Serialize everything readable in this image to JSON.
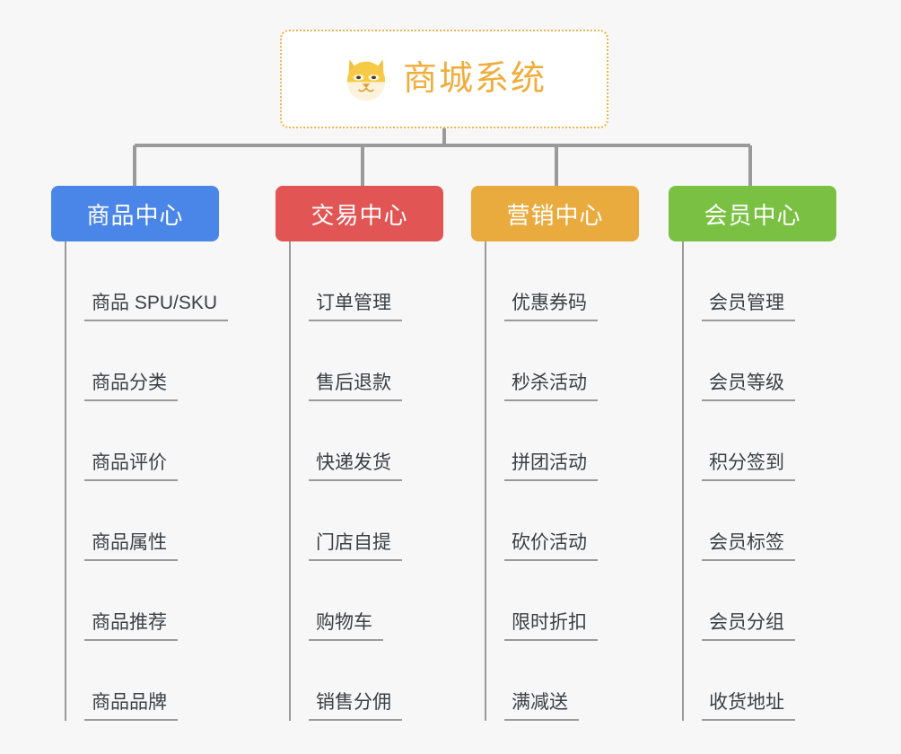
{
  "root": {
    "title": "商城系统",
    "icon": "dog-face-icon",
    "border_color": "#f0b44a",
    "text_color": "#f0ad3c"
  },
  "connector_color": "#9a9a9a",
  "background_color": "#f7f7f7",
  "columns": [
    {
      "title": "商品中心",
      "color": "#4a86e8",
      "items": [
        "商品 SPU/SKU",
        "商品分类",
        "商品评价",
        "商品属性",
        "商品推荐",
        "商品品牌"
      ]
    },
    {
      "title": "交易中心",
      "color": "#e15554",
      "items": [
        "订单管理",
        "售后退款",
        "快递发货",
        "门店自提",
        "购物车",
        "销售分佣"
      ]
    },
    {
      "title": "营销中心",
      "color": "#eaab3e",
      "items": [
        "优惠券码",
        "秒杀活动",
        "拼团活动",
        "砍价活动",
        "限时折扣",
        "满减送"
      ]
    },
    {
      "title": "会员中心",
      "color": "#77c košice"
    }
  ]
}
